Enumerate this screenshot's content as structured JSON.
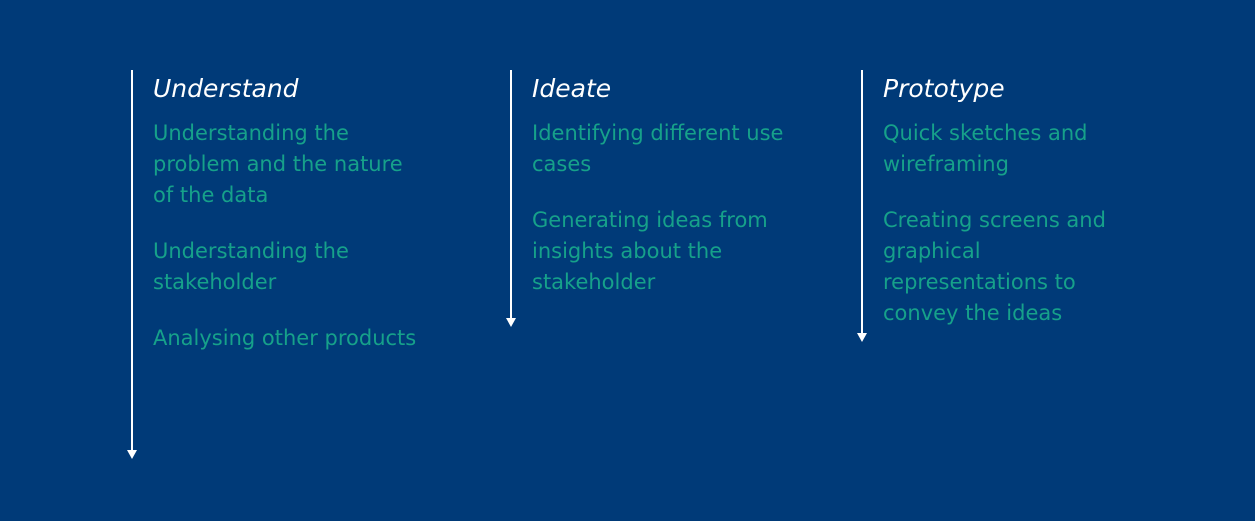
{
  "columns": [
    {
      "title": "Understand",
      "items": [
        "Understanding the problem and the nature of the data",
        "Understanding the stakeholder",
        "Analysing other products"
      ]
    },
    {
      "title": "Ideate",
      "items": [
        "Identifying different use cases",
        "Generating ideas from insights about the stakeholder"
      ]
    },
    {
      "title": "Prototype",
      "items": [
        "Quick sketches and wireframing",
        "Creating screens and graphical representations to convey the ideas"
      ]
    }
  ],
  "colors": {
    "background": "#003a78",
    "title": "#ffffff",
    "item": "#16a18a",
    "arrow": "#ffffff"
  }
}
